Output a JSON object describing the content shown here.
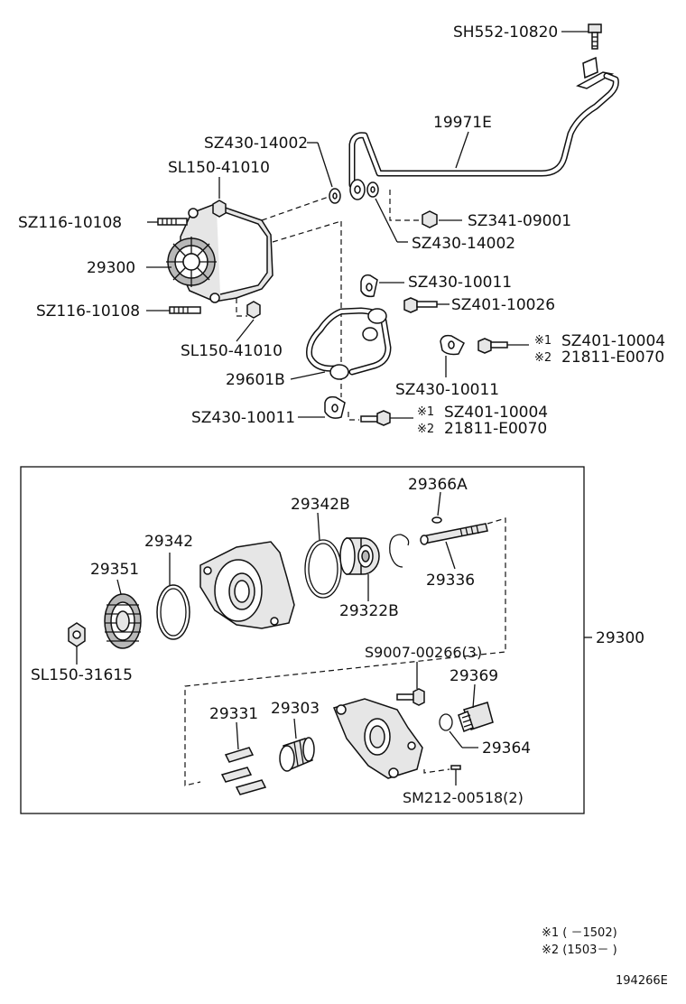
{
  "labels": {
    "sh552_10820": "SH552-10820",
    "p19971e": "19971E",
    "sz430_14002_a": "SZ430-14002",
    "sl150_41010_a": "SL150-41010",
    "sz116_10108_a": "SZ116-10108",
    "p29300_top": "29300",
    "sz116_10108_b": "SZ116-10108",
    "sz341_09001": "SZ341-09001",
    "sz430_14002_b": "SZ430-14002",
    "sz430_10011_a": "SZ430-10011",
    "sz401_10026": "SZ401-10026",
    "sl150_41010_b": "SL150-41010",
    "sz401_10004_a": "SZ401-10004",
    "p21811_e0070_a": "21811-E0070",
    "p29601b": "29601B",
    "sz430_10011_b": "SZ430-10011",
    "sz430_10011_c": "SZ430-10011",
    "sz401_10004_b": "SZ401-10004",
    "p21811_e0070_b": "21811-E0070",
    "p29366a": "29366A",
    "p29342b": "29342B",
    "p29342": "29342",
    "p29351": "29351",
    "p29336": "29336",
    "p29322b": "29322B",
    "p29300_box": "29300",
    "sl150_31615": "SL150-31615",
    "s9007_00266": "S9007-00266(3)",
    "p29369": "29369",
    "p29331": "29331",
    "p29303": "29303",
    "p29364": "29364",
    "sm212_00518": "SM212-00518(2)"
  },
  "markers": {
    "m1": "※1",
    "m2": "※2"
  },
  "footnotes": {
    "n1": "※1 (    －1502)",
    "n2": "※2 (1503－    )"
  },
  "figure_id": "194266E"
}
